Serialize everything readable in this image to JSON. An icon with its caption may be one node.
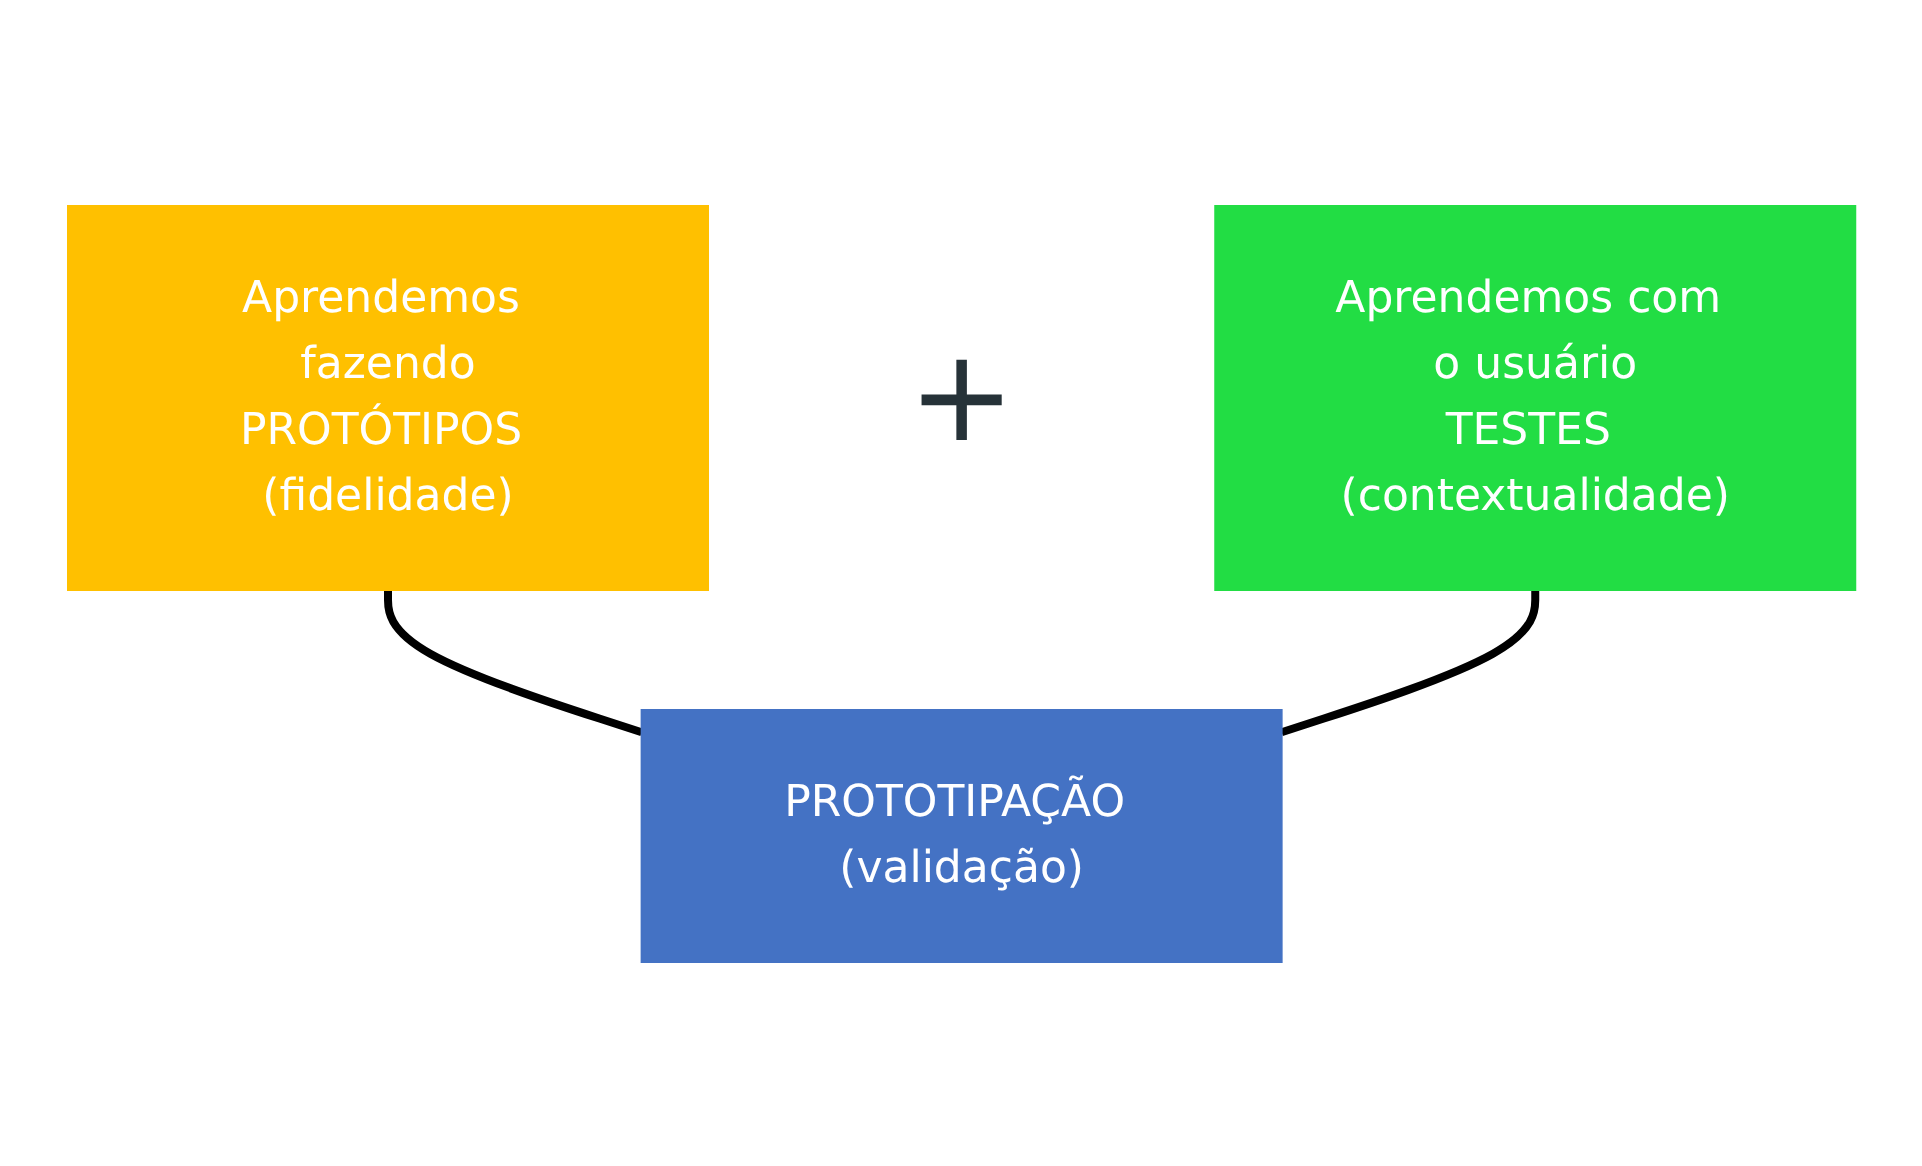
{
  "diagram": {
    "nodes": [
      {
        "text": [
          "Aprendemos fazendo",
          "PROTÓTIPOS (fidelidade)"
        ]
      },
      {
        "text": [
          "+"
        ]
      },
      {
        "text": [
          "Aprendemos com o usuário",
          "TESTES (contextualidade)"
        ]
      },
      {
        "text": [
          "PROTOTIPAÇÃO (validação)"
        ]
      }
    ],
    "edges": [
      {
        "from": 0,
        "to": 3,
        "arrow": "none"
      },
      {
        "from": 2,
        "to": 3,
        "arrow": "none"
      }
    ]
  }
}
